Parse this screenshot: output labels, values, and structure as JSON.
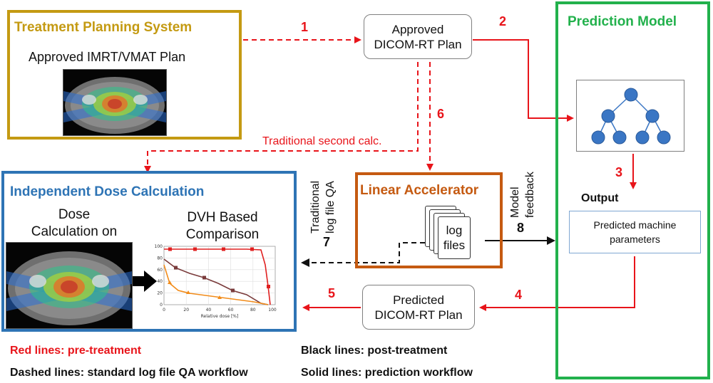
{
  "boxes": {
    "tps": {
      "title": "Treatment Planning System",
      "subtitle": "Approved IMRT/VMAT Plan"
    },
    "idc": {
      "title": "Independent Dose Calculation",
      "dose_calc_line1": "Dose",
      "dose_calc_line2": "Calculation on",
      "dvh_line1": "DVH Based",
      "dvh_line2": "Comparison"
    },
    "pm": {
      "title": "Prediction Model",
      "output_label": "Output",
      "params_line1": "Predicted machine",
      "params_line2": "parameters"
    },
    "la": {
      "title": "Linear Accelerator",
      "log_line1": "log",
      "log_line2": "files"
    },
    "dicom_approved": {
      "line1": "Approved",
      "line2": "DICOM-RT Plan"
    },
    "dicom_predicted": {
      "line1": "Predicted",
      "line2": "DICOM-RT Plan"
    }
  },
  "labels": {
    "step1": "1",
    "step2": "2",
    "step3": "3",
    "step4": "4",
    "step5": "5",
    "step6": "6",
    "step7": "7",
    "step8": "8",
    "traditional_second": "Traditional second calc.",
    "traditional_logqa_line1": "Traditional",
    "traditional_logqa_line2": "log file QA",
    "model_feedback_line1": "Model",
    "model_feedback_line2": "feedback"
  },
  "legend": {
    "red_lines": "Red lines: pre-treatment",
    "black_lines": "Black lines: post-treatment",
    "dashed_lines": "Dashed lines: standard log file QA workflow",
    "solid_lines": "Solid lines: prediction workflow"
  },
  "dvh_chart": {
    "y_ticks": [
      "100",
      "80",
      "60",
      "40",
      "20",
      "0"
    ],
    "x_ticks": [
      "0",
      "20",
      "40",
      "60",
      "80",
      "100"
    ],
    "x_label": "Relative dose [%]"
  },
  "colors": {
    "tps": "#c49a12",
    "idc": "#2e74b5",
    "pm": "#22b14c",
    "la": "#c55a11",
    "red": "#e8141a",
    "node": "#3a76c4"
  }
}
